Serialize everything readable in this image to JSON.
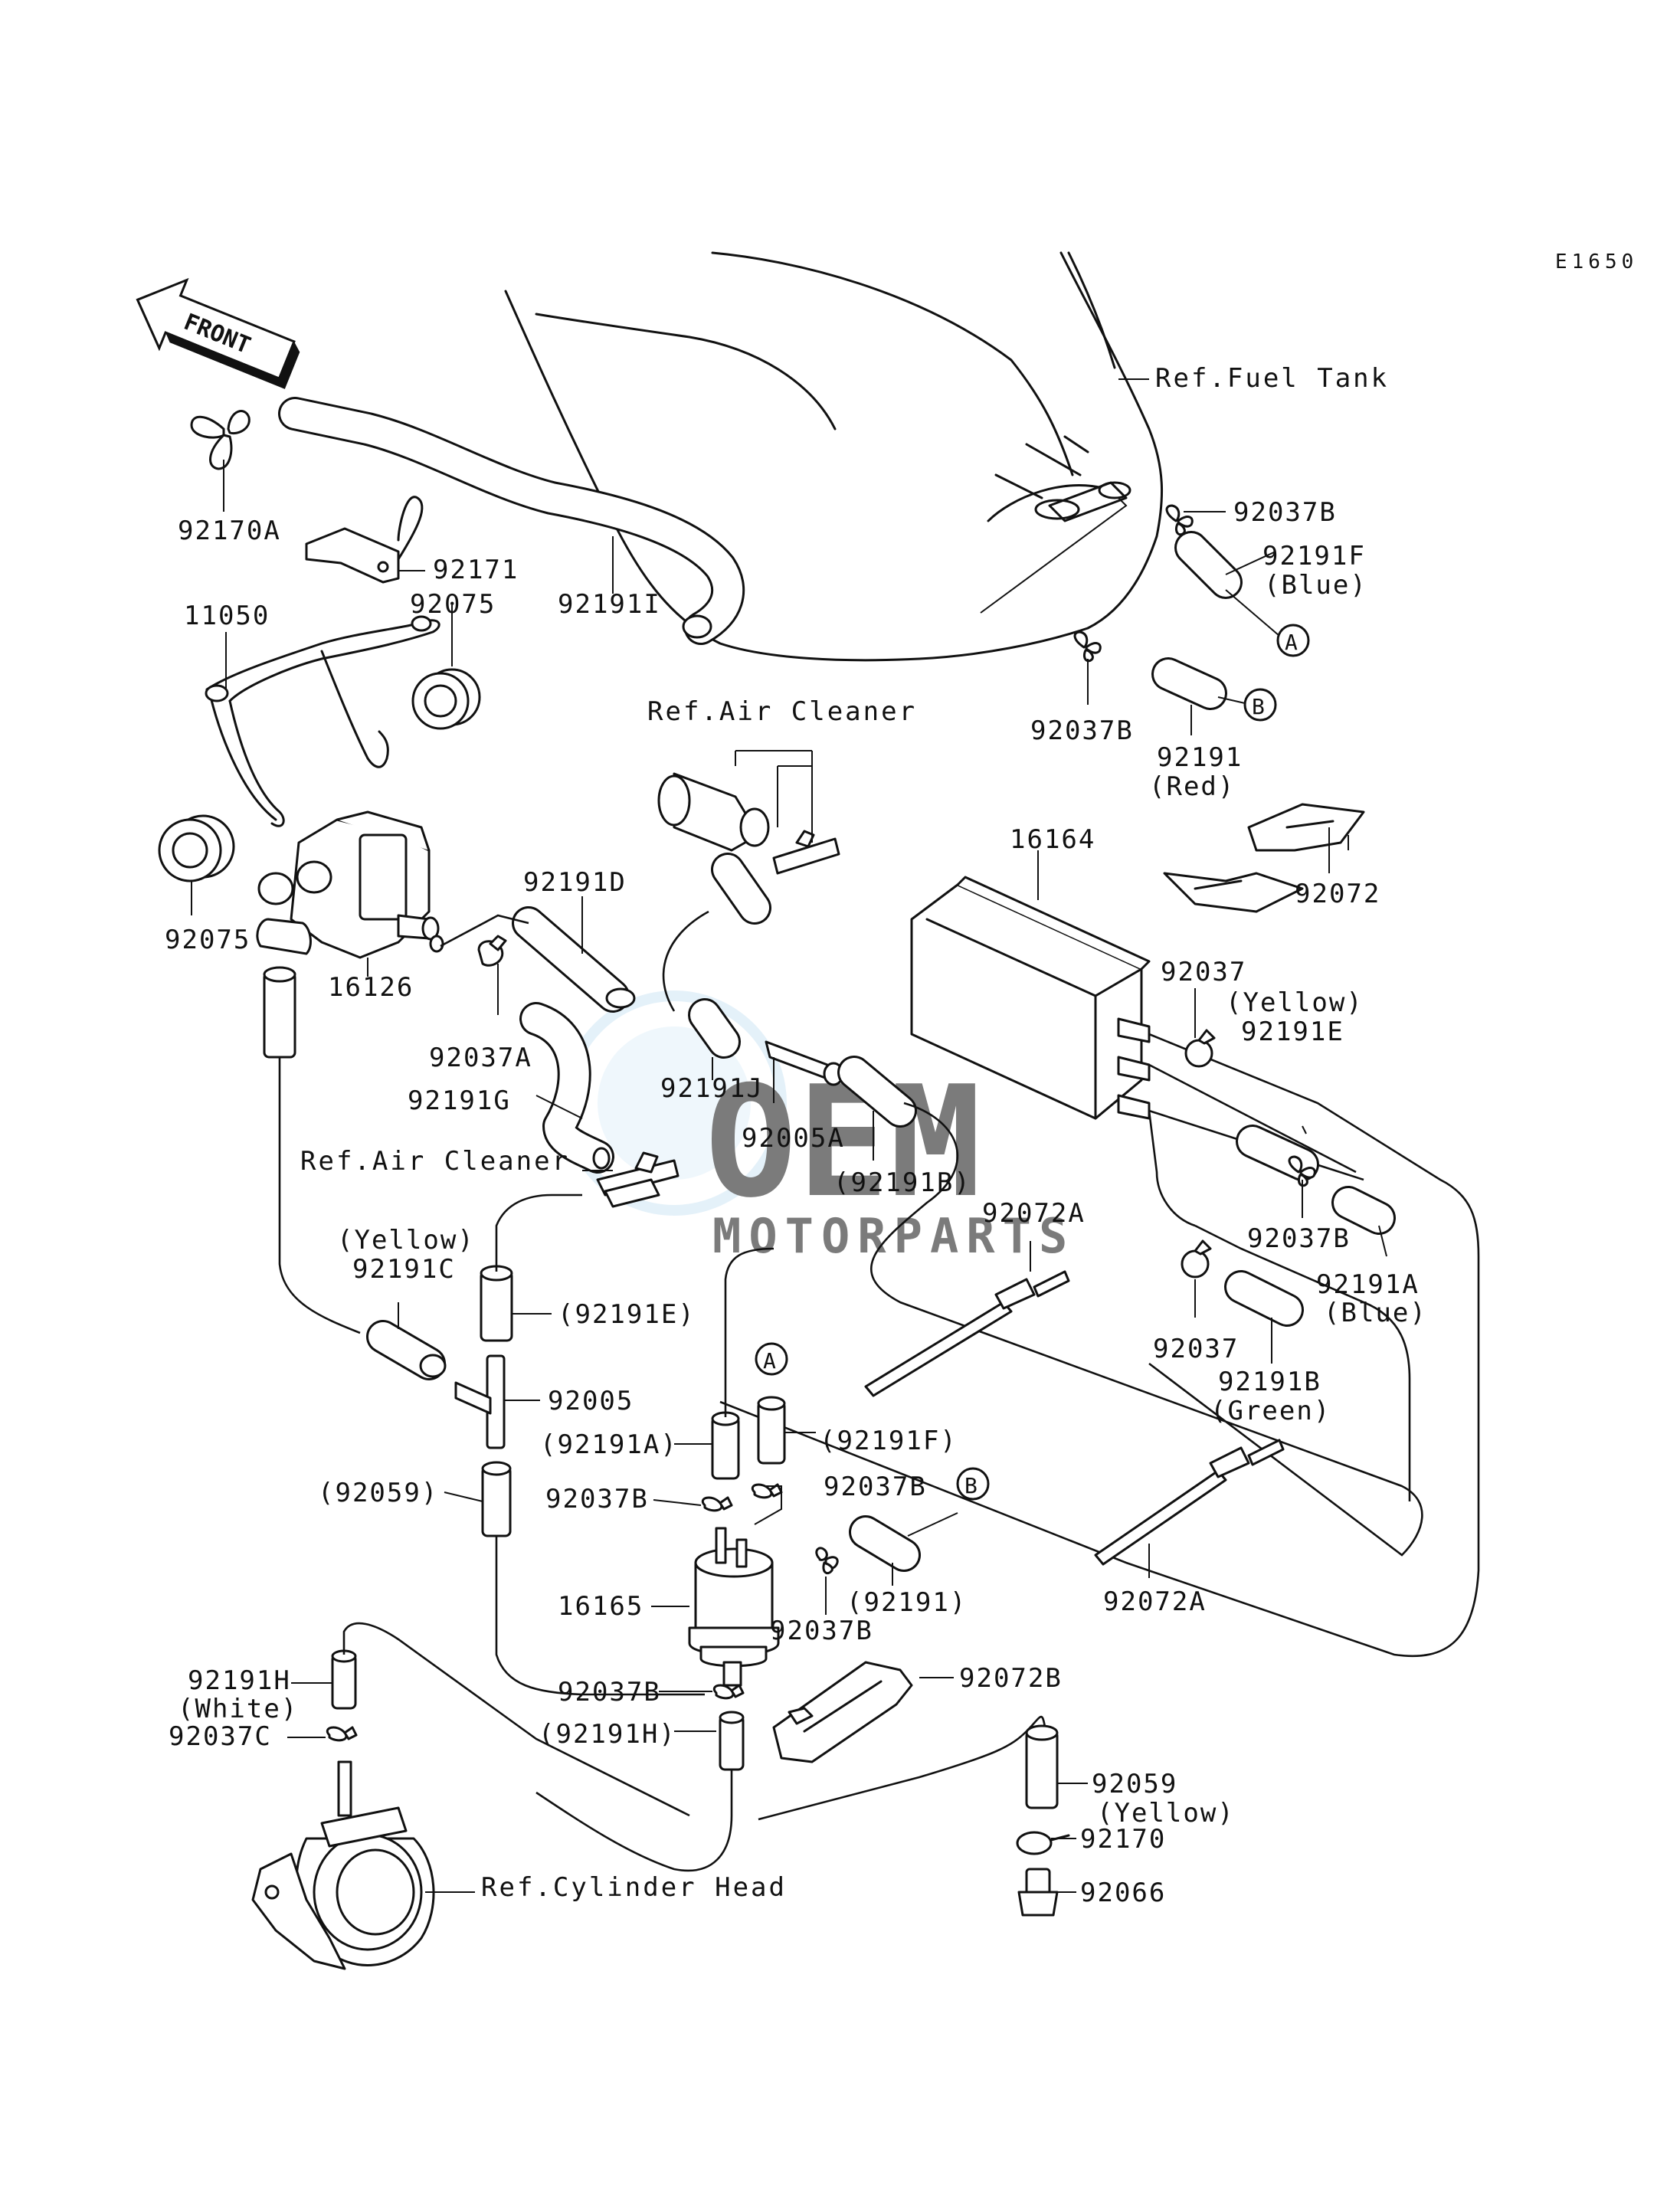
{
  "diagram": {
    "code": "E1650",
    "front_label": "FRONT",
    "watermark": {
      "line1": "OEM",
      "line2": "MOTORPARTS"
    },
    "colors": {
      "line": "#111111",
      "background": "#ffffff",
      "watermark": "#cfe6f5"
    }
  },
  "refs": {
    "fuel_tank": "Ref.Fuel Tank",
    "air_cleaner_top": "Ref.Air Cleaner",
    "air_cleaner_mid": "Ref.Air Cleaner",
    "cylinder_head": "Ref.Cylinder Head"
  },
  "callouts": {
    "a1": "A",
    "b1": "B",
    "a2": "A",
    "b2": "B"
  },
  "labels": {
    "p92170A": "92170A",
    "p92171": "92171",
    "p92191I": "92191I",
    "p11050": "11050",
    "p92075_top": "92075",
    "p92075_left": "92075",
    "p16126": "16126",
    "p92037A": "92037A",
    "p92191D": "92191D",
    "p92191G": "92191G",
    "p92191J": "92191J",
    "p92005A": "92005A",
    "p92191B_paren": "(92191B)",
    "p92037B_1": "92037B",
    "p92191F": "92191F",
    "p92191F_color": "(Blue)",
    "p92037B_2": "92037B",
    "p92191": "92191",
    "p92191_color": "(Red)",
    "p92072": "92072",
    "p16164": "16164",
    "p92037_1": "92037",
    "p92191E_color": "(Yellow)",
    "p92191E": "92191E",
    "p92037B_3": "92037B",
    "p92191A": "92191A",
    "p92191A_color": "(Blue)",
    "p92037_2": "92037",
    "p92191B": "92191B",
    "p92191B_color": "(Green)",
    "p92072A_1": "92072A",
    "p92072A_2": "92072A",
    "p92191C_color": "(Yellow)",
    "p92191C": "92191C",
    "p92191E_paren": "(92191E)",
    "p92005": "92005",
    "p92191A_paren": "(92191A)",
    "p92191F_paren": "(92191F)",
    "p92059_paren": "(92059)",
    "p92037B_4": "92037B",
    "p92037B_5": "92037B",
    "p16165": "16165",
    "p92191_paren": "(92191)",
    "p92037B_6": "92037B",
    "p92072B": "92072B",
    "p92191H": "92191H",
    "p92191H_color": "(White)",
    "p92037B_7": "92037B",
    "p92191H_paren": "(92191H)",
    "p92037C": "92037C",
    "p92059": "92059",
    "p92059_color": "(Yellow)",
    "p92170": "92170",
    "p92066": "92066"
  }
}
